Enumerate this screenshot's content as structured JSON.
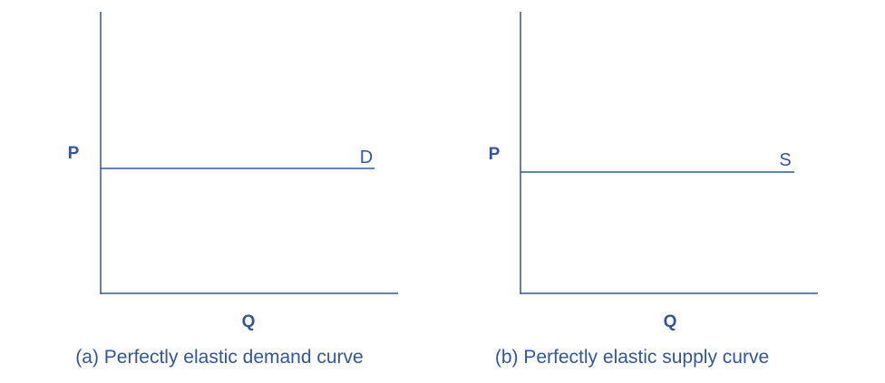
{
  "colors": {
    "line": "#2e56a3",
    "text": "#2e56a3",
    "background": "#ffffff"
  },
  "panels": [
    {
      "id": "a",
      "y_axis_label": "P",
      "x_axis_label": "Q",
      "curve_label": "D",
      "caption": "(a) Perfectly elastic demand curve"
    },
    {
      "id": "b",
      "y_axis_label": "P",
      "x_axis_label": "Q",
      "curve_label": "S",
      "caption": "(b) Perfectly elastic supply curve"
    }
  ]
}
